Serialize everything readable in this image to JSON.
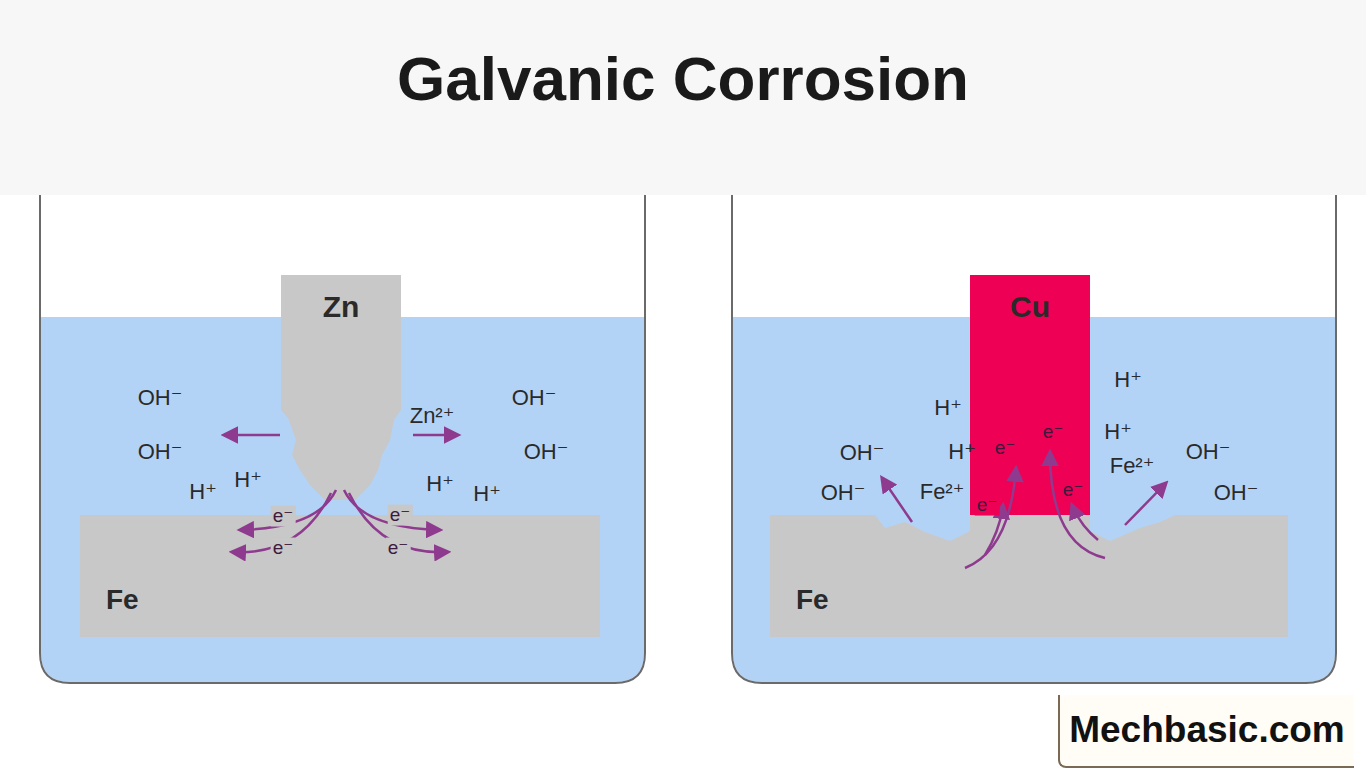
{
  "diagram": {
    "title": "Galvanic Corrosion",
    "nodes": [
      {
        "text": [
          "Zn"
        ]
      },
      {
        "text": [
          "Fe"
        ]
      },
      {
        "text": [
          "Cu"
        ]
      },
      {
        "text": [
          "Fe"
        ]
      },
      {
        "text": [
          "Mechbasic.com"
        ]
      }
    ],
    "labels": [
      "OH⁻",
      "Zn²⁺",
      "OH⁻",
      "OH⁻",
      "OH⁻",
      "H⁺",
      "H⁺",
      "H⁺",
      "H⁺",
      "e⁻",
      "e⁻",
      "e⁻",
      "e⁻",
      "H⁺",
      "H⁺",
      "H⁺",
      "e⁻",
      "e⁻",
      "H⁺",
      "OH⁻",
      "OH⁻",
      "Fe²⁺",
      "Fe²⁺",
      "OH⁻",
      "OH⁻",
      "e⁻",
      "e⁻"
    ]
  }
}
